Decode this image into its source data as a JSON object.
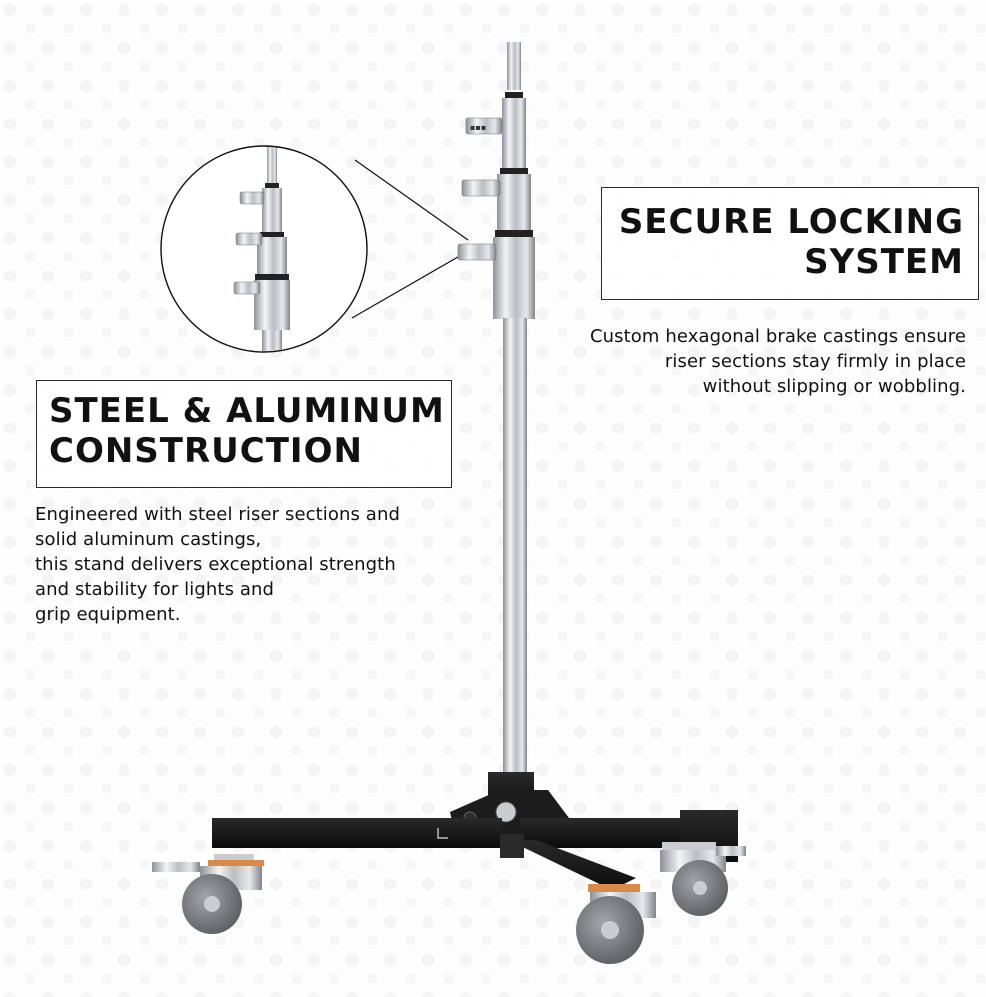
{
  "callouts": {
    "construction": {
      "title_lines": [
        "STEEL & ALUMINUM",
        "CONSTRUCTION"
      ],
      "description_lines": [
        "Engineered with steel riser sections and",
        "solid aluminum castings,",
        "this stand delivers exceptional strength",
        "and stability for lights and",
        "grip equipment."
      ]
    },
    "locking": {
      "title_lines": [
        "SECURE LOCKING",
        "SYSTEM"
      ],
      "description_lines": [
        "Custom hexagonal brake castings ensure",
        "riser sections stay firmly in place",
        "without slipping or wobbling."
      ]
    }
  },
  "colors": {
    "background": "#fdfdfd",
    "text": "#111111",
    "chrome": "#c9cdd2",
    "base": "#161616",
    "wheel": "#7a7d82"
  },
  "icons": {
    "product": "roller-stand-illustration",
    "zoom": "magnifier-detail-circle"
  }
}
